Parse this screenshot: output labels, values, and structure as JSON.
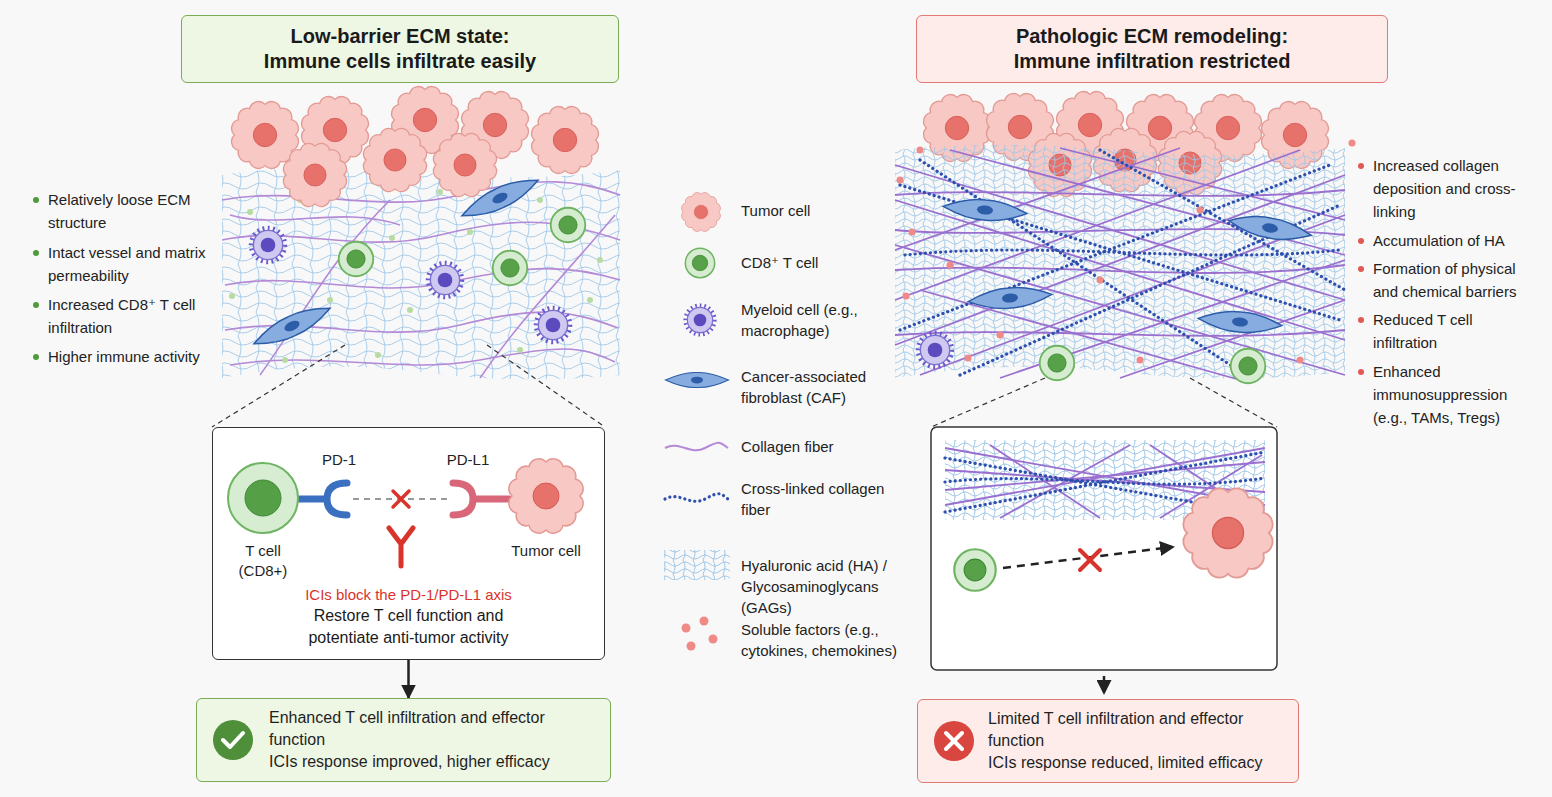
{
  "diagram": {
    "nodes": [
      {
        "text": [
          "Low-barrier ECM state: Immune cells infiltrate easily"
        ]
      },
      {
        "text": [
          "Pathologic ECM remodeling: Immune infiltration restricted"
        ]
      },
      {
        "text": [
          "ICIs block the PD-1/PD-L1 axis",
          "Restore T cell function and potentiate anti-tumor activity"
        ]
      },
      {
        "text": [
          "T cell (CD8+)"
        ],
        "in": 2
      },
      {
        "text": [
          "Tumor cell"
        ],
        "in": 2
      },
      {
        "text": [
          "Enhanced T cell infiltration and effector function",
          "ICIs response improved, higher efficacy"
        ]
      },
      {
        "text": [
          "Limited T cell infiltration and effector function",
          "ICIs response reduced, limited efficacy"
        ]
      }
    ],
    "edges": [
      {
        "from": 2,
        "to": 5,
        "arrow": "to"
      }
    ],
    "labels": [
      "Relatively loose ECM structure",
      "Intact vessel and matrix permeability",
      "Increased CD8⁺ T cell infiltration",
      "Higher immune activity",
      "Increased collagen deposition and cross-linking",
      "Accumulation of HA",
      "Formation of physical and chemical barriers",
      "Reduced T cell infiltration",
      "Enhanced immunosuppression (e.g., TAMs, Tregs)",
      "PD-1",
      "PD-L1"
    ],
    "legend": [
      {
        "text": "Tumor cell"
      },
      {
        "text": "CD8⁺ T cell"
      },
      {
        "text": "Myeloid cell (e.g., macrophage)"
      },
      {
        "text": "Cancer-associated fibroblast (CAF)"
      },
      {
        "text": "Collagen fiber"
      },
      {
        "text": "Cross-linked collagen fiber"
      },
      {
        "text": "Hyaluronic acid (HA) / Glycosaminoglycans (GAGs)"
      },
      {
        "text": "Soluble factors (e.g., cytokines, chemokines)"
      }
    ]
  }
}
